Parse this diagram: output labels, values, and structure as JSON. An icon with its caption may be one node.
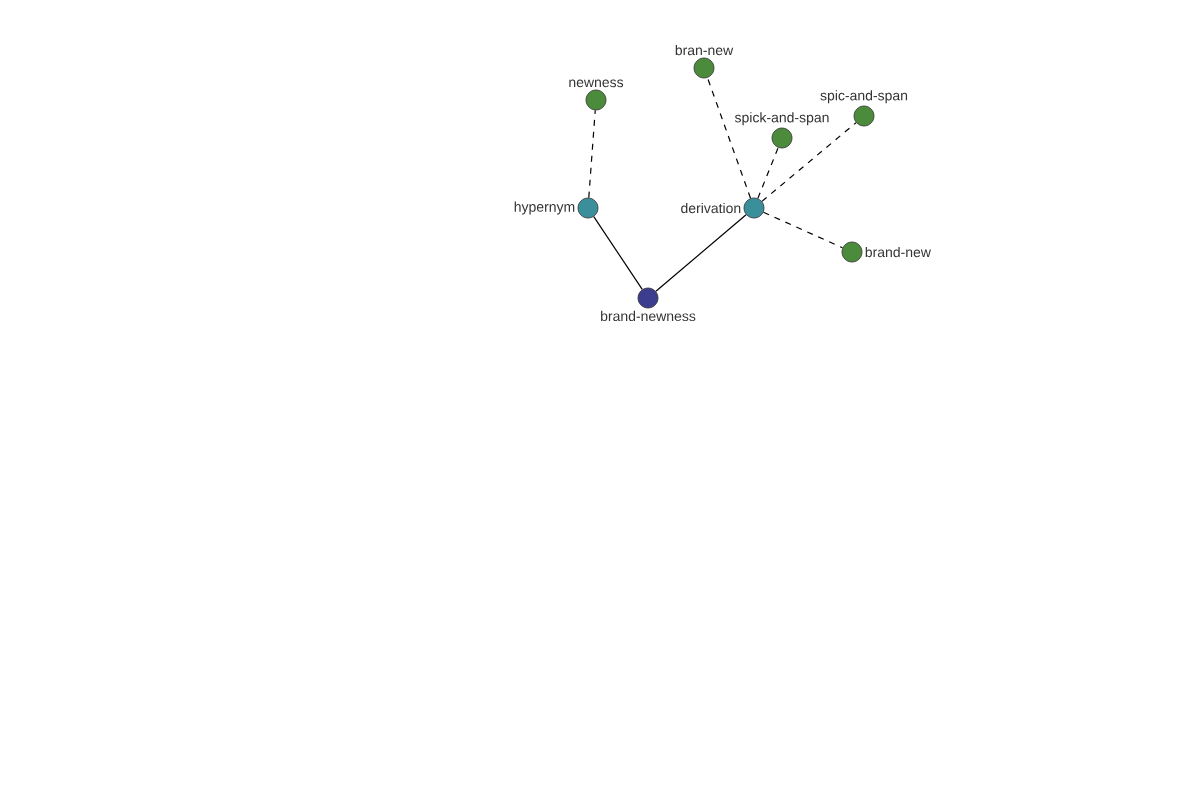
{
  "diagram": {
    "nodes": [
      {
        "text": [
          "brand-newness"
        ]
      },
      {
        "text": [
          "hypernym"
        ]
      },
      {
        "text": [
          "derivation"
        ]
      },
      {
        "text": [
          "newness"
        ]
      },
      {
        "text": [
          "bran-new"
        ]
      },
      {
        "text": [
          "spick-and-span"
        ]
      },
      {
        "text": [
          "spic-and-span"
        ]
      },
      {
        "text": [
          "brand-new"
        ]
      }
    ],
    "edges": [
      {
        "from": 0,
        "to": 1,
        "arrow": "none"
      },
      {
        "from": 0,
        "to": 2,
        "arrow": "none"
      },
      {
        "from": 1,
        "to": 3,
        "arrow": "none",
        "style": "dashed"
      },
      {
        "from": 2,
        "to": 4,
        "arrow": "none",
        "style": "dashed"
      },
      {
        "from": 2,
        "to": 5,
        "arrow": "none",
        "style": "dashed"
      },
      {
        "from": 2,
        "to": 6,
        "arrow": "none",
        "style": "dashed"
      },
      {
        "from": 2,
        "to": 7,
        "arrow": "none",
        "style": "dashed"
      }
    ]
  }
}
